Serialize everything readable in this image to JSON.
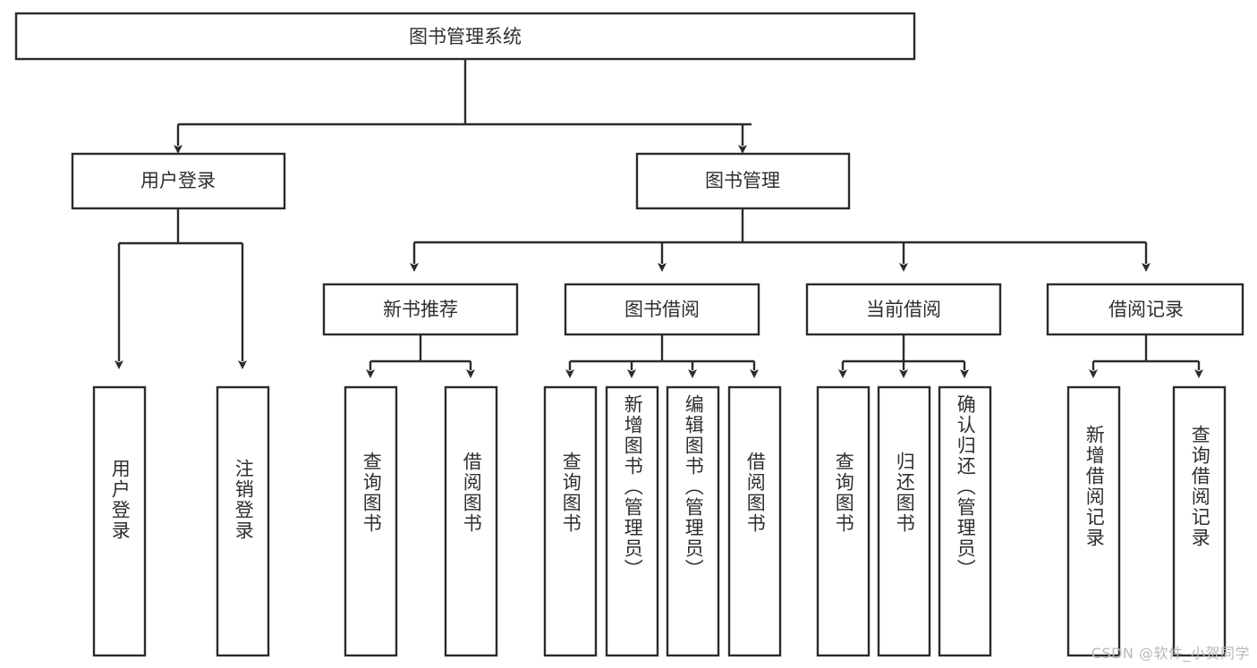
{
  "diagram": {
    "type": "tree",
    "title": "图书管理系统",
    "orientation": "top-down",
    "colors": {
      "stroke": "#2b2b2b",
      "fill": "#ffffff",
      "text": "#2f2f2f",
      "background": "#ffffff",
      "watermark": "#b9b9b9"
    },
    "levels": [
      {
        "level": 1,
        "nodes": [
          {
            "id": "root",
            "label": "图书管理系统",
            "orientation": "horizontal"
          }
        ]
      },
      {
        "level": 2,
        "nodes": [
          {
            "id": "login",
            "label": "用户登录",
            "orientation": "horizontal",
            "parent": "root"
          },
          {
            "id": "bookmgmt",
            "label": "图书管理",
            "orientation": "horizontal",
            "parent": "root"
          }
        ]
      },
      {
        "level": 3,
        "nodes": [
          {
            "id": "newbook",
            "label": "新书推荐",
            "orientation": "horizontal",
            "parent": "bookmgmt"
          },
          {
            "id": "borrow",
            "label": "图书借阅",
            "orientation": "horizontal",
            "parent": "bookmgmt"
          },
          {
            "id": "current",
            "label": "当前借阅",
            "orientation": "horizontal",
            "parent": "bookmgmt"
          },
          {
            "id": "records",
            "label": "借阅记录",
            "orientation": "horizontal",
            "parent": "bookmgmt"
          }
        ]
      },
      {
        "level": 4,
        "nodes": [
          {
            "id": "leaf1",
            "label": "用户登录",
            "orientation": "vertical",
            "parent": "login"
          },
          {
            "id": "leaf2",
            "label": "注销登录",
            "orientation": "vertical",
            "parent": "login"
          },
          {
            "id": "leaf3",
            "label": "查询图书",
            "orientation": "vertical",
            "parent": "newbook"
          },
          {
            "id": "leaf4",
            "label": "借阅图书",
            "orientation": "vertical",
            "parent": "newbook"
          },
          {
            "id": "leaf5",
            "label": "查询图书",
            "orientation": "vertical",
            "parent": "borrow"
          },
          {
            "id": "leaf6",
            "label": "新增图书（管理员）",
            "orientation": "vertical",
            "parent": "borrow"
          },
          {
            "id": "leaf7",
            "label": "编辑图书（管理员）",
            "orientation": "vertical",
            "parent": "borrow"
          },
          {
            "id": "leaf8",
            "label": "借阅图书",
            "orientation": "vertical",
            "parent": "borrow"
          },
          {
            "id": "leaf9",
            "label": "查询图书",
            "orientation": "vertical",
            "parent": "current"
          },
          {
            "id": "leaf10",
            "label": "归还图书",
            "orientation": "vertical",
            "parent": "current"
          },
          {
            "id": "leaf11",
            "label": "确认归还（管理员）",
            "orientation": "vertical",
            "parent": "current"
          },
          {
            "id": "leaf12",
            "label": "新增借阅记录",
            "orientation": "vertical",
            "parent": "records"
          },
          {
            "id": "leaf13",
            "label": "查询借阅记录",
            "orientation": "vertical",
            "parent": "records"
          }
        ]
      }
    ]
  },
  "watermark": {
    "text": "CSDN @软件_小贺同学"
  }
}
